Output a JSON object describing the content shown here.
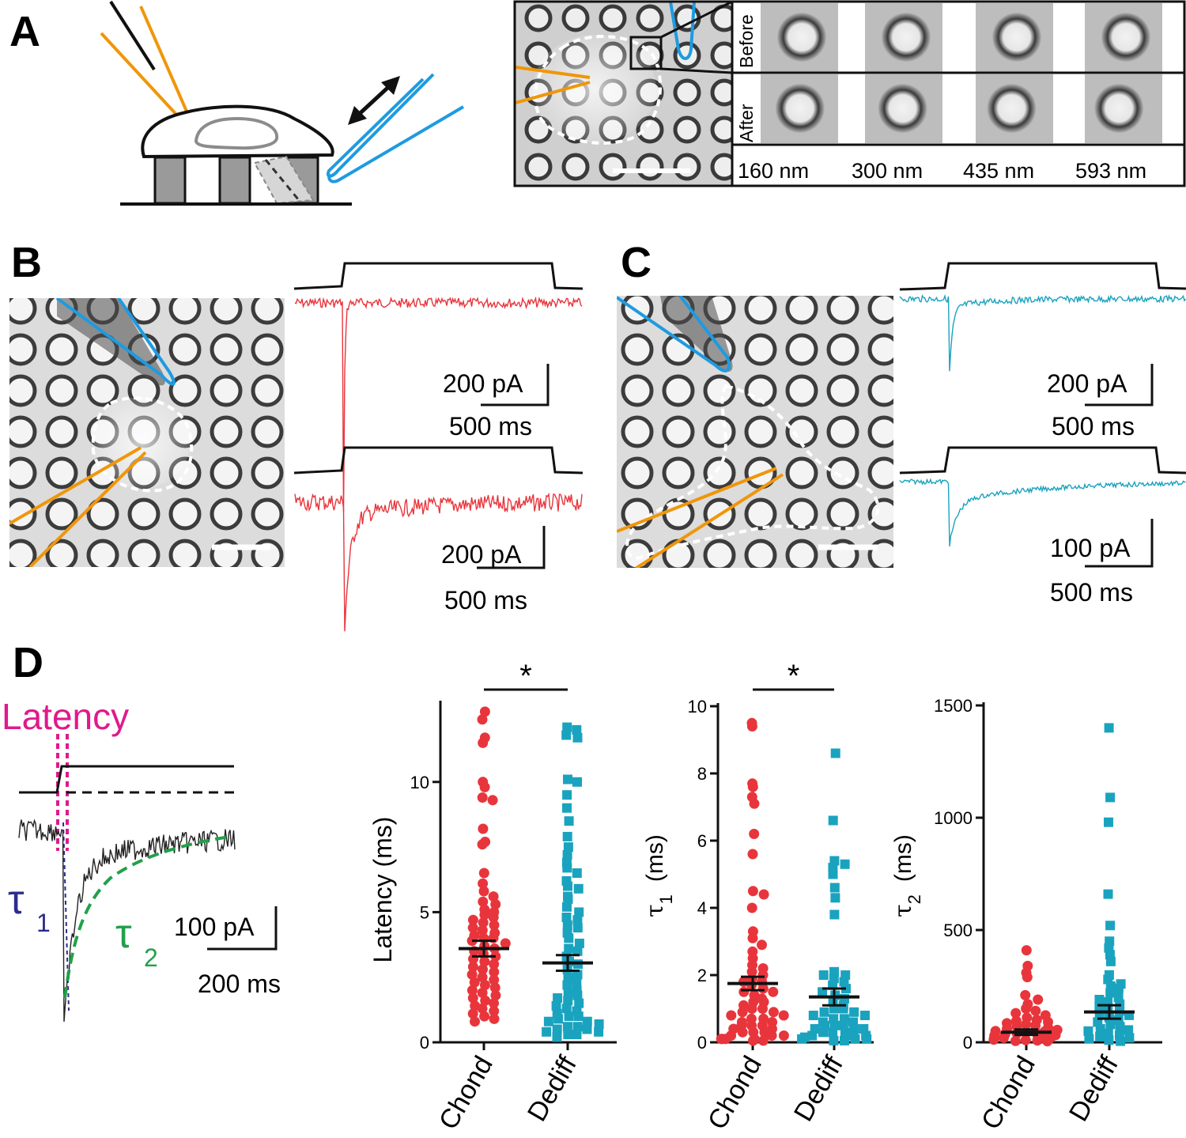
{
  "colors": {
    "chond": "#e8353c",
    "dediff": "#1aa3bf",
    "trace_red": "#e8353c",
    "trace_blue": "#1aa3bf",
    "electrode": "#f0960a",
    "pipette": "#1e9be0",
    "latency": "#e0198c",
    "tau1": "#2c2c8c",
    "tau2": "#22a04a"
  },
  "panels": {
    "a": {
      "letter": "A",
      "before_label": "Before",
      "after_label": "After",
      "deflections": [
        "160 nm",
        "300 nm",
        "435 nm",
        "593 nm"
      ]
    },
    "b": {
      "letter": "B",
      "top_scale_y": "200 pA",
      "top_scale_x": "500 ms",
      "bottom_scale_y": "200 pA",
      "bottom_scale_x": "500 ms"
    },
    "c": {
      "letter": "C",
      "top_scale_y": "200 pA",
      "top_scale_x": "500 ms",
      "bottom_scale_y": "100 pA",
      "bottom_scale_x": "500 ms"
    },
    "d": {
      "letter": "D",
      "latency_label": "Latency",
      "tau_symbol": "τ",
      "tau1_sub": "1",
      "tau2_sub": "2",
      "scale_y": "100 pA",
      "scale_x": "200 ms"
    }
  },
  "chart_data": [
    {
      "type": "scatter",
      "ylabel": "Latency (ms)",
      "categories": [
        "Chond",
        "Dediff"
      ],
      "ylim": [
        0,
        13
      ],
      "yticks": [
        0,
        5,
        10
      ],
      "significance": "*",
      "series": [
        {
          "name": "Chond",
          "mean": 3.6,
          "sem": 0.3,
          "values": [
            12.7,
            12.4,
            11.7,
            11.5,
            10.0,
            9.8,
            9.4,
            9.3,
            8.2,
            7.7,
            7.6,
            6.5,
            6.1,
            5.8,
            5.6,
            5.4,
            5.3,
            5.1,
            5.0,
            4.9,
            4.8,
            4.7,
            4.6,
            4.5,
            4.4,
            4.3,
            4.2,
            4.1,
            4.0,
            4.0,
            3.9,
            3.8,
            3.7,
            3.6,
            3.5,
            3.4,
            3.3,
            3.2,
            3.1,
            3.0,
            2.9,
            2.8,
            2.7,
            2.6,
            2.5,
            2.4,
            2.3,
            2.2,
            2.1,
            2.0,
            1.9,
            1.8,
            1.7,
            1.6,
            1.5,
            1.4,
            1.3,
            1.2,
            1.1,
            1.0,
            0.9,
            0.8
          ]
        },
        {
          "name": "Dediff",
          "mean": 3.05,
          "sem": 0.3,
          "values": [
            12.1,
            12.0,
            11.8,
            11.7,
            10.1,
            10.0,
            9.5,
            9.0,
            8.5,
            7.9,
            7.5,
            7.2,
            6.9,
            6.7,
            6.5,
            6.2,
            6.0,
            5.9,
            5.6,
            5.5,
            5.2,
            5.0,
            4.8,
            4.7,
            4.5,
            4.4,
            4.2,
            4.0,
            3.8,
            3.6,
            3.5,
            3.3,
            3.1,
            3.0,
            2.8,
            2.6,
            2.5,
            2.3,
            2.2,
            2.0,
            1.9,
            1.8,
            1.7,
            1.6,
            1.5,
            1.4,
            1.3,
            1.2,
            1.1,
            1.0,
            1.0,
            0.9,
            0.8,
            0.8,
            0.7,
            0.6,
            0.6,
            0.5,
            0.5,
            0.4,
            0.4,
            0.3,
            0.3,
            0.2
          ]
        }
      ]
    },
    {
      "type": "scatter",
      "ylabel_symbol": "τ",
      "ylabel_sub": "1",
      "ylabel_unit": "(ms)",
      "categories": [
        "Chond",
        "Dediff"
      ],
      "ylim": [
        0,
        10
      ],
      "yticks": [
        0,
        2,
        4,
        6,
        8,
        10
      ],
      "significance": "*",
      "series": [
        {
          "name": "Chond",
          "mean": 1.75,
          "sem": 0.2,
          "values": [
            9.5,
            9.4,
            7.7,
            7.6,
            7.3,
            7.1,
            6.2,
            5.6,
            4.5,
            4.4,
            4.0,
            3.3,
            3.1,
            2.9,
            2.7,
            2.5,
            2.3,
            2.2,
            2.1,
            2.0,
            1.9,
            1.8,
            1.8,
            1.7,
            1.6,
            1.5,
            1.5,
            1.4,
            1.3,
            1.2,
            1.2,
            1.1,
            1.0,
            1.0,
            0.9,
            0.9,
            0.8,
            0.8,
            0.7,
            0.7,
            0.6,
            0.6,
            0.5,
            0.5,
            0.5,
            0.4,
            0.4,
            0.3,
            0.3,
            0.3,
            0.2,
            0.2,
            0.2,
            0.1,
            0.1,
            0.1,
            0.1,
            0.05,
            0.05
          ]
        },
        {
          "name": "Dediff",
          "mean": 1.35,
          "sem": 0.25,
          "values": [
            8.6,
            6.6,
            5.4,
            5.3,
            5.2,
            5.0,
            4.6,
            4.3,
            3.8,
            2.1,
            2.0,
            2.0,
            1.9,
            1.8,
            1.7,
            1.6,
            1.5,
            1.4,
            1.3,
            1.2,
            1.1,
            1.0,
            1.0,
            0.9,
            0.9,
            0.8,
            0.8,
            0.7,
            0.7,
            0.6,
            0.6,
            0.5,
            0.5,
            0.5,
            0.4,
            0.4,
            0.4,
            0.3,
            0.3,
            0.3,
            0.2,
            0.2,
            0.2,
            0.15,
            0.1,
            0.1,
            0.1,
            0.05,
            0.05
          ]
        }
      ]
    },
    {
      "type": "scatter",
      "ylabel_symbol": "τ",
      "ylabel_sub": "2",
      "ylabel_unit": "(ms)",
      "categories": [
        "Chond",
        "Dediff"
      ],
      "ylim": [
        0,
        1500
      ],
      "yticks": [
        0,
        500,
        1000,
        1500
      ],
      "significance": "",
      "series": [
        {
          "name": "Chond",
          "mean": 45,
          "sem": 12,
          "values": [
            410,
            340,
            310,
            290,
            210,
            190,
            170,
            150,
            140,
            130,
            120,
            110,
            100,
            95,
            90,
            85,
            80,
            75,
            70,
            65,
            60,
            55,
            50,
            48,
            45,
            42,
            40,
            38,
            35,
            32,
            30,
            28,
            25,
            22,
            20,
            18,
            15,
            12,
            10,
            8,
            6,
            5
          ]
        },
        {
          "name": "Dediff",
          "mean": 135,
          "sem": 30,
          "values": [
            1400,
            1090,
            980,
            660,
            520,
            450,
            420,
            390,
            360,
            300,
            280,
            260,
            250,
            240,
            220,
            200,
            190,
            180,
            170,
            160,
            150,
            140,
            130,
            120,
            110,
            100,
            90,
            80,
            70,
            60,
            55,
            50,
            40,
            30,
            25,
            20,
            15,
            10,
            5
          ]
        }
      ]
    }
  ]
}
